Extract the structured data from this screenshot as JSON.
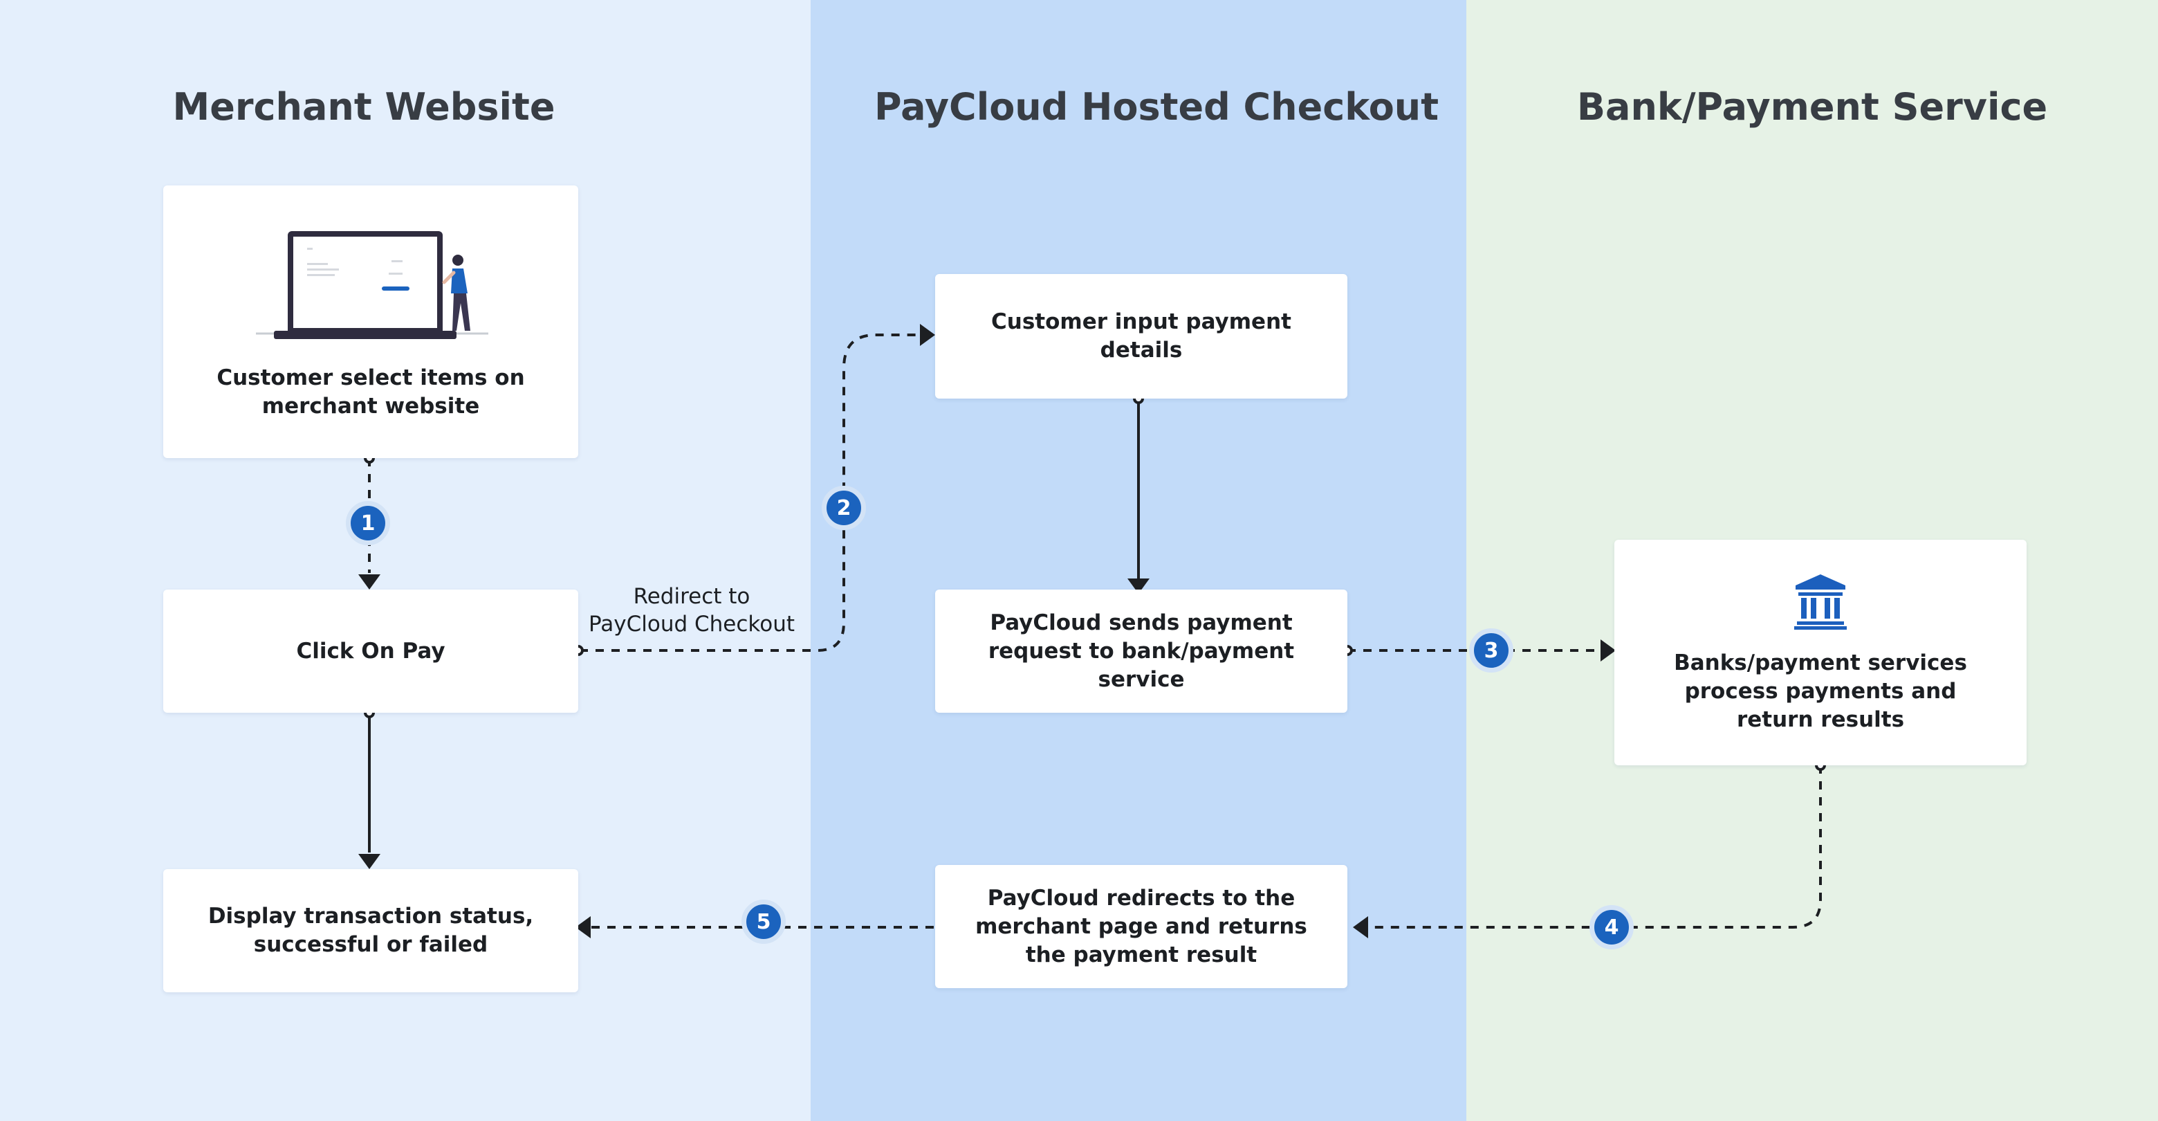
{
  "lanes": {
    "merchant": "Merchant Website",
    "paycloud": "PayCloud Hosted Checkout",
    "bank": "Bank/Payment Service"
  },
  "nodes": {
    "select_items": "Customer select items on merchant website",
    "click_pay": "Click On Pay",
    "display_status": "Display transaction status, successful or failed",
    "input_details": "Customer input payment details",
    "send_request": "PayCloud sends payment request to bank/payment service",
    "redirect_result": "PayCloud redirects to the merchant page and returns the payment result",
    "bank_process": "Banks/payment services process payments and return results"
  },
  "steps": [
    "1",
    "2",
    "3",
    "4",
    "5"
  ],
  "edge_labels": {
    "redirect": "Redirect to PayCloud Checkout"
  },
  "icons": {
    "merchant_illustration": "laptop-shopper-illustration",
    "bank": "bank-building-icon"
  },
  "colors": {
    "merchant_lane": "#e4effc",
    "paycloud_lane": "#c2dbf9",
    "bank_lane": "#e6f2e6",
    "badge": "#1b63be",
    "bank_icon": "#1c5fbd"
  }
}
